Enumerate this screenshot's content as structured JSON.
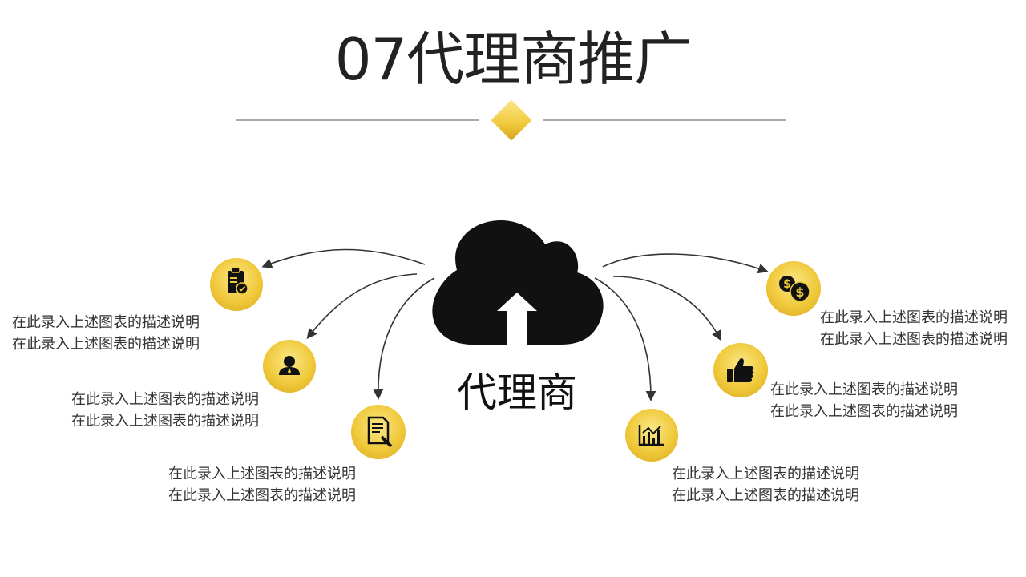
{
  "title": "07代理商推广",
  "center_label": "代理商",
  "colors": {
    "accent_gold": "#f0c93a",
    "dark": "#111111",
    "text": "#333333"
  },
  "items": [
    {
      "icon": "clipboard-check-icon",
      "line1": "在此录入上述图表的描述说明",
      "line2": "在此录入上述图表的描述说明"
    },
    {
      "icon": "person-icon",
      "line1": "在此录入上述图表的描述说明",
      "line2": "在此录入上述图表的描述说明"
    },
    {
      "icon": "document-edit-icon",
      "line1": "在此录入上述图表的描述说明",
      "line2": "在此录入上述图表的描述说明"
    },
    {
      "icon": "bar-chart-icon",
      "line1": "在此录入上述图表的描述说明",
      "line2": "在此录入上述图表的描述说明"
    },
    {
      "icon": "thumbs-up-icon",
      "line1": "在此录入上述图表的描述说明",
      "line2": "在此录入上述图表的描述说明"
    },
    {
      "icon": "coins-dollar-icon",
      "line1": "在此录入上述图表的描述说明",
      "line2": "在此录入上述图表的描述说明"
    }
  ]
}
